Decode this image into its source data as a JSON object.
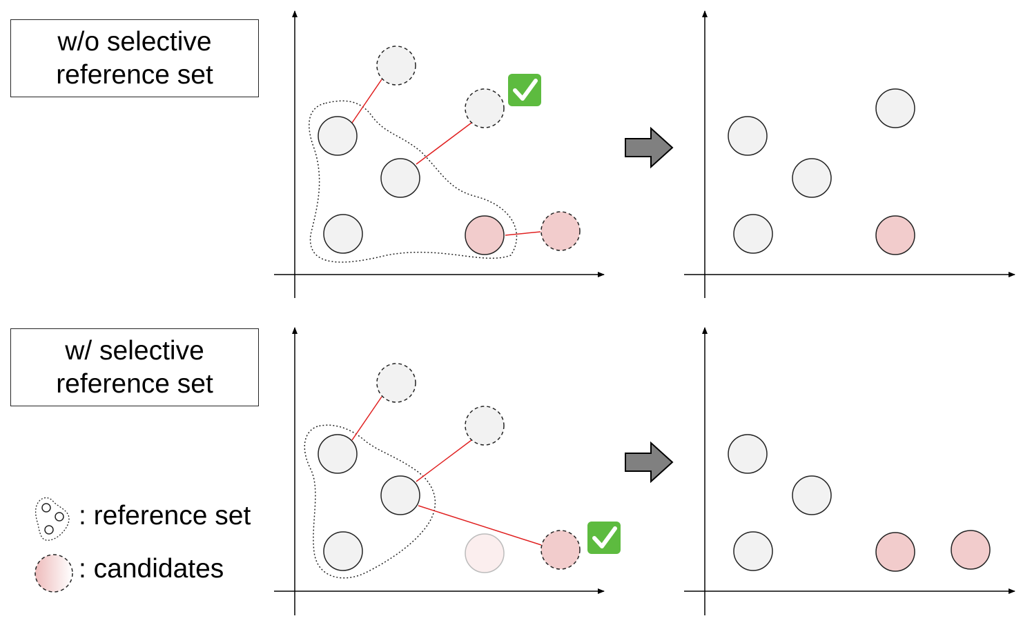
{
  "panels": {
    "top": {
      "label_line1": "w/o selective",
      "label_line2": "reference set"
    },
    "bottom": {
      "label_line1": "w/ selective",
      "label_line2": "reference set"
    }
  },
  "legend": {
    "reference_set": ": reference set",
    "candidates": ": candidates"
  },
  "colors": {
    "node_fill": "#f2f2f2",
    "candidate_fill": "#f2cccc",
    "faded_candidate_fill": "#fbeeee",
    "link": "#e02020",
    "arrow_fill": "#808080",
    "check_green": "#5dbb3f"
  }
}
